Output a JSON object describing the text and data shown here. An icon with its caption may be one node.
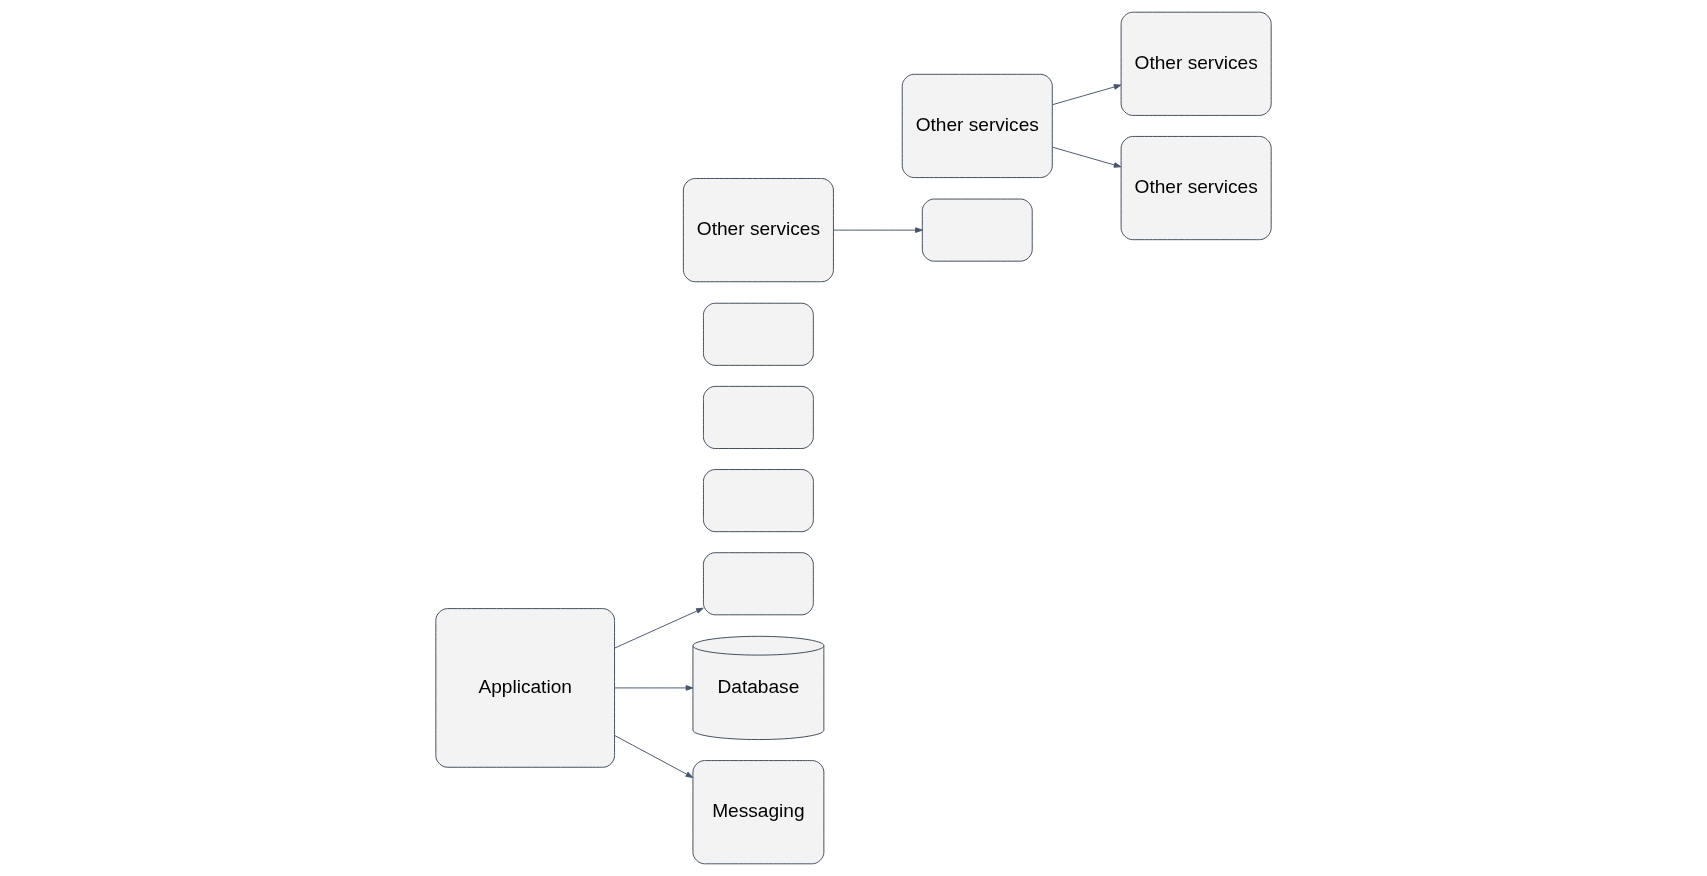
{
  "diagram": {
    "nodes": [
      {
        "text": [
          "Application"
        ]
      },
      {
        "text": [],
        "shape": "box"
      },
      {
        "text": [],
        "shape": "box"
      },
      {
        "text": [],
        "shape": "box"
      },
      {
        "text": [],
        "shape": "box"
      },
      {
        "text": [
          "Other services"
        ]
      },
      {
        "text": [],
        "shape": "box"
      },
      {
        "text": [
          "Other services"
        ]
      },
      {
        "text": [
          "Other services"
        ]
      },
      {
        "text": [
          "Other services"
        ]
      },
      {
        "text": [
          "Database"
        ]
      },
      {
        "text": [
          "Messaging"
        ]
      }
    ],
    "edges": [
      {
        "from": 0,
        "to": 1,
        "arrow": "to"
      },
      {
        "from": 5,
        "to": 6,
        "arrow": "to"
      },
      {
        "from": 7,
        "to": 8,
        "arrow": "to"
      },
      {
        "from": 7,
        "to": 9,
        "arrow": "to"
      },
      {
        "from": 0,
        "to": 10,
        "arrow": "to"
      },
      {
        "from": 0,
        "to": 11,
        "arrow": "to"
      }
    ]
  }
}
